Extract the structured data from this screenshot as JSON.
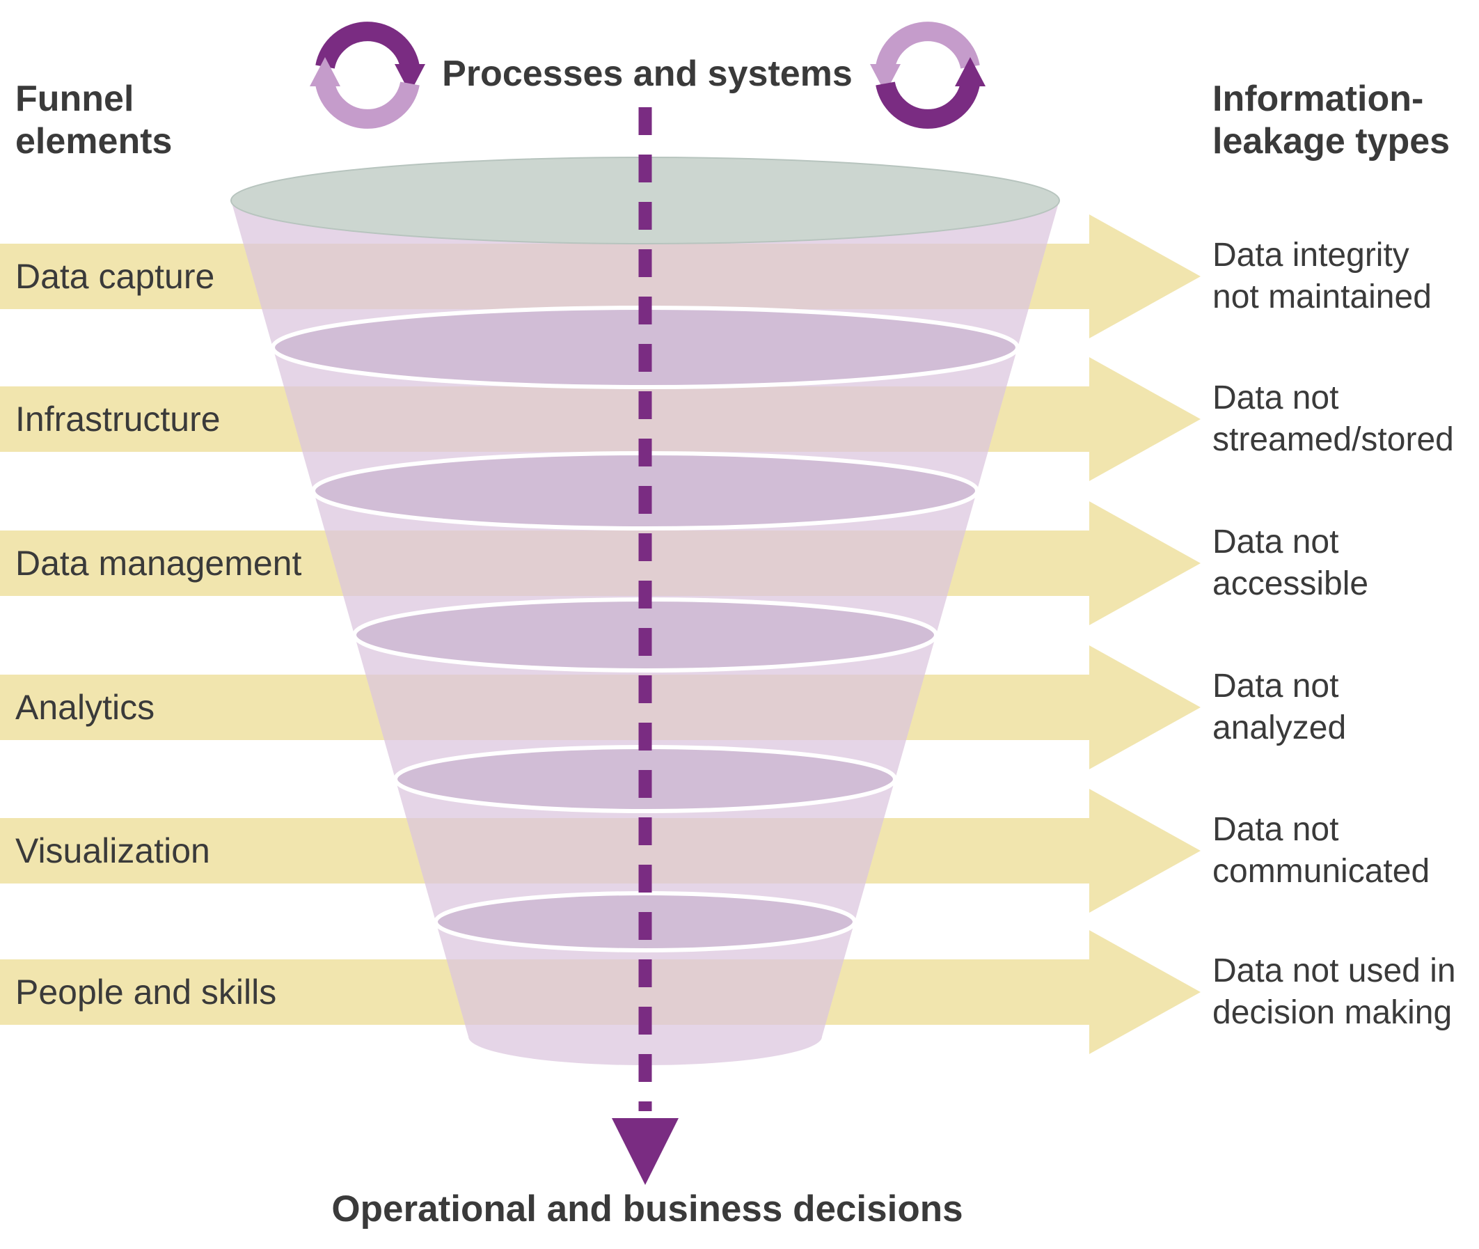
{
  "titles": {
    "funnel_elements_lines": [
      "Funnel",
      "elements"
    ],
    "processes_systems": "Processes and systems",
    "leakage_types_lines": [
      "Information-",
      "leakage types"
    ]
  },
  "rows": [
    {
      "element": "Data capture",
      "leakage_lines": [
        "Data integrity",
        "not maintained"
      ]
    },
    {
      "element": "Infrastructure",
      "leakage_lines": [
        "Data not",
        "streamed/stored"
      ]
    },
    {
      "element": "Data management",
      "leakage_lines": [
        "Data not",
        "accessible"
      ]
    },
    {
      "element": "Analytics",
      "leakage_lines": [
        "Data not",
        "analyzed"
      ]
    },
    {
      "element": "Visualization",
      "leakage_lines": [
        "Data not",
        "communicated"
      ]
    },
    {
      "element": "People and skills",
      "leakage_lines": [
        "Data not used in",
        "decision making"
      ]
    }
  ],
  "bottom_label": "Operational and business decisions",
  "icons": {
    "left_cycle": "cycle-arrows-icon",
    "right_cycle": "cycle-arrows-icon",
    "down_arrow": "down-arrow-icon"
  },
  "colors": {
    "band_yellow": "#f1e5ae",
    "dark_purple": "#7a2c82",
    "light_purple": "#c59ccb",
    "funnel_white": "rgba(255,255,255,0.55)",
    "funnel_tint": "rgba(190,150,195,0.40)",
    "divider_fill": "rgba(150,120,165,0.25)",
    "top_ellipse": "#ccd6d0",
    "text_dark": "#3a3a3a"
  }
}
